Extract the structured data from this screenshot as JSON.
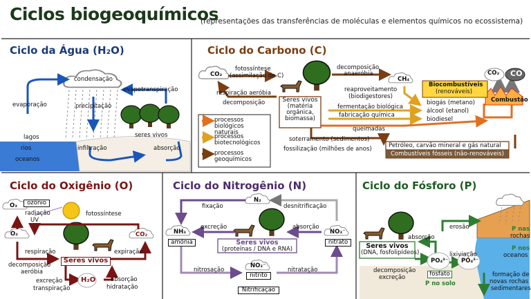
{
  "title": "Ciclos biogeoquímicos",
  "subtitle": "(representações das transferências de moléculas e elementos químicos no ecossistema)",
  "colors": {
    "water": "#1a56b8",
    "carbon": "#7a3e12",
    "oxygen": "#7a1414",
    "nitrogen": "#6b4c8c",
    "phosphorus": "#2e7d32"
  },
  "water": {
    "title": "Ciclo da Água (H₂O)",
    "labels": {
      "condensacao": "condensação",
      "evapotranspiracao": "evapotranspiração",
      "evaporacao": "evaporação",
      "precipitacao": "precipitação",
      "lagos": "lagos",
      "rios": "rios",
      "oceanos": "oceanos",
      "seres_vivos": "seres vivos",
      "infiltracao": "infiltração",
      "absorcao": "absorção"
    }
  },
  "carbon": {
    "title": "Ciclo do Carbono (C)",
    "labels": {
      "co2": "CO₂",
      "fotossintese": "fotossíntese",
      "assimilacao": "(assimilação de C)",
      "respiracao": "respiração aeróbia",
      "decomposicao": "decomposição",
      "decomp_anaerobia": "decomposição",
      "anaerobia": "anaeróbia",
      "ch4": "CH₄",
      "reaproveitamento": "reaproveitamento",
      "biodigestores": "(biodigestores)",
      "seres_vivos": "Seres vivos",
      "materia": "(matéria",
      "organica": "orgânica,",
      "biomassa": "biomassa)",
      "fermentacao": "fermentação biológica",
      "fabricacao": "fabricação química",
      "queimadas": "queimadas",
      "soterramento": "soterramento (sedimentos)",
      "fossilizacao": "fossilização (milhões de anos)",
      "biocomb": "Biocombustíveis",
      "renovaveis": "(renováveis)",
      "biogas": "biogás (metano)",
      "alcool": "álcool (etanol)",
      "biodiesel": "biodiesel",
      "combustao": "Combustão",
      "co2_right": "CO₂",
      "co": "CO",
      "petroleo": "Petróleo, carvão mineral e gás natural",
      "fosseis": "Combustíveis fósseis (não-renováveis)",
      "legend": [
        "processos biológicos naturais",
        "processos biotecnológicos",
        "processos geoquímicos"
      ]
    }
  },
  "oxygen": {
    "title": "Ciclo do Oxigênio (O)",
    "labels": {
      "o3": "O₃",
      "ozonio": "ozônio",
      "radiacao": "radiação",
      "uv": "UV",
      "fotossintese": "fotossíntese",
      "o2": "O₂",
      "co2": "CO₂",
      "respiracao": "respiração",
      "expiracao": "expiração",
      "seres_vivos": "Seres vivos",
      "decomposicao": "decomposição",
      "aerobia": "aeróbia",
      "excrecao": "excreção",
      "transpiracao": "transpiração",
      "h2o": "H₂O",
      "absorcao": "absorção",
      "hidratacao": "hidratação"
    }
  },
  "nitrogen": {
    "title": "Ciclo do Nitrogênio (N)",
    "labels": {
      "n2": "N₂",
      "fixacao": "fixação",
      "desnitrificacao": "desnitrificação",
      "nh3": "NH₃",
      "amonia": "amônia",
      "excrecao": "excreção",
      "absorcao": "absorção",
      "no3": "NO₃⁻",
      "nitrato": "nitrato",
      "seres_vivos": "Seres vivos",
      "proteinas": "(proteínas / DNA e RNA)",
      "no2": "NO₂⁻",
      "nitrosacao": "nitrosação",
      "nitrito": "nitrito",
      "nitratacao": "nitratação",
      "nitrificacao": "Nitrificação"
    }
  },
  "phosphorus": {
    "title": "Ciclo do Fósforo (P)",
    "labels": {
      "absorcao": "absorção",
      "erosao": "erosão",
      "p_rochas": "P nas",
      "rochas": "rochas",
      "seres_vivos": "Seres vivos",
      "dna": "(DNA, fosfolipídeos)",
      "po4": "PO₄³⁻",
      "lixiviacao": "lixiviação",
      "po4b": "PO₄³⁻",
      "p_oceanos": "P nos",
      "oceanos": "oceanos",
      "decomposicao": "decomposição",
      "excrecao": "excreção",
      "fosfato": "fosfato",
      "p_solo": "P no solo",
      "formacao": "formação de",
      "novas": "novas rochas",
      "sedimentares": "sedimentares"
    }
  }
}
